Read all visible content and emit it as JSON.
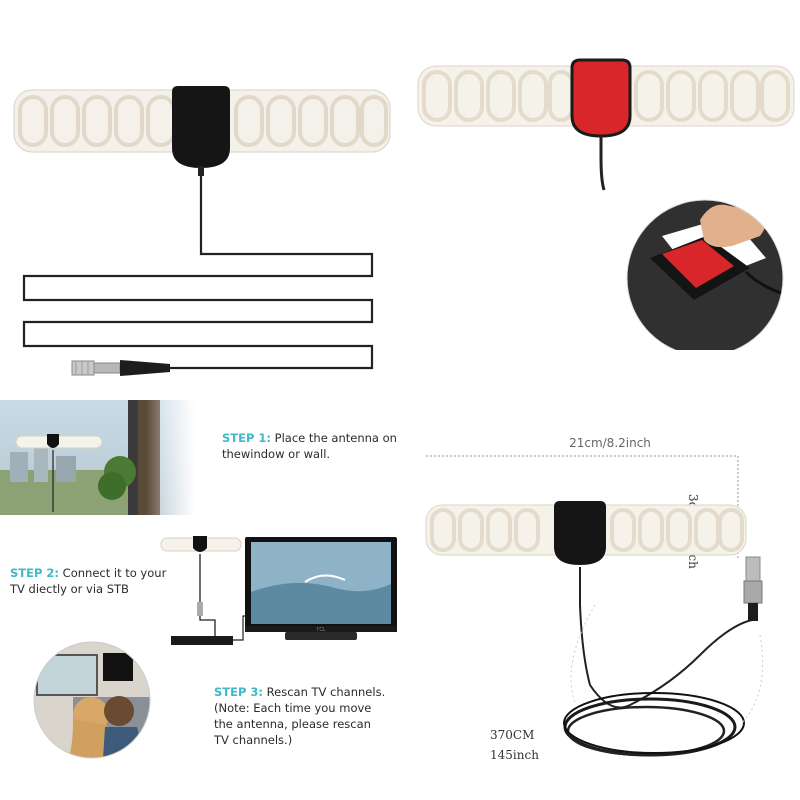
{
  "steps": [
    {
      "label": "STEP 1:",
      "line1": "Place the antenna on",
      "line2": "thewindow or wall."
    },
    {
      "label": "STEP 2:",
      "line1": "Connect it to your",
      "line2": "TV diectly or via STB"
    },
    {
      "label": "STEP 3:",
      "line1": "Rescan TV channels.",
      "line2": "(Note: Each time you move",
      "line3": "the antenna, please rescan",
      "line4": "TV channels.)"
    }
  ],
  "dimensions": {
    "width": "21cm/8.2inch",
    "height": "3cm/1.2inch",
    "cable_cm": "370CM",
    "cable_inch": "145inch"
  },
  "tv_brand": "TCL",
  "colors": {
    "accent": "#3fb8c8",
    "antenna_body": "#f4f1ea",
    "antenna_outline": "#d8d2c4",
    "base_black": "#151515",
    "adhesive_red": "#d8262a"
  },
  "icons": [
    "antenna-icon",
    "coax-connector-icon",
    "adhesive-pad-icon",
    "finger-icon",
    "tv-icon",
    "set-top-box-icon",
    "window-icon",
    "couple-icon"
  ]
}
